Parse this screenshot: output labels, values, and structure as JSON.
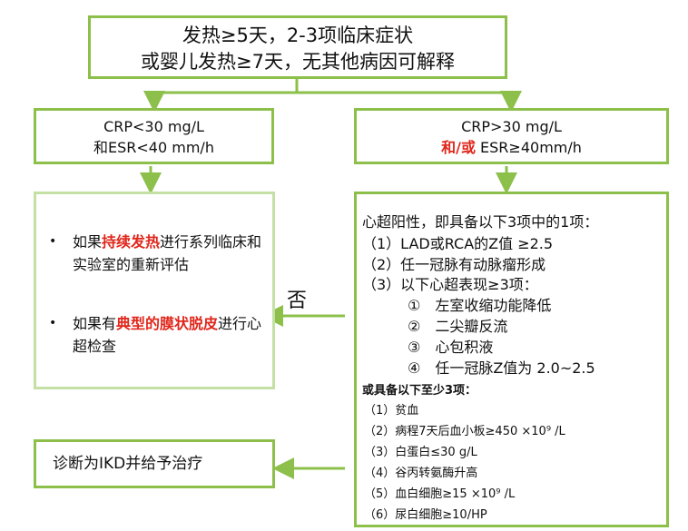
{
  "top": {
    "line1": "发热≥5天，2-3项临床症状",
    "line2": "或婴儿发热≥7天，无其他病因可解释"
  },
  "left_crp": {
    "line1": "CRP<30 mg/L",
    "line2": "和ESR<40 mm/h"
  },
  "right_crp": {
    "line1": "CRP>30 mg/L",
    "line2_red": "和/或",
    "line2_rest": " ESR≥40mm/h"
  },
  "left_eval": {
    "b1_pre": "如果",
    "b1_red": "持续发热",
    "b1_post": "进行系列临床和实验室的重新评估",
    "b2_pre": "如果有",
    "b2_red": "典型的膜状脱皮",
    "b2_post": "进行心超检查",
    "bullet": "•"
  },
  "right_echo": {
    "title": "心超阳性，即具备以下3项中的1项：",
    "item1": "（1）LAD或RCA的Z值 ≥2.5",
    "item2": "（2）任一冠脉有动脉瘤形成",
    "item3": "（3）以下心超表现≥3项：",
    "sub1": "①　左室收缩功能降低",
    "sub2": "②　二尖瓣反流",
    "sub3": "③　心包积液",
    "sub4": "④　任一冠脉Z值为 2.0~2.5",
    "or_title": "或具备以下至少3项：",
    "lab1": "（1）贫血",
    "lab2": "（2）病程7天后血小板≥450 ×10⁹ /L",
    "lab3": "（3）白蛋白≤30 g/L",
    "lab4": "（4）谷丙转氨酶升高",
    "lab5": "（5）血白细胞≥15 ×10⁹ /L",
    "lab6": "（6）尿白细胞≥10/HP"
  },
  "no_label": "否",
  "diagnosis": "诊断为IKD并给予治疗",
  "colors": {
    "border": "#8cc04b",
    "border_pale": "#c5e0a5",
    "arrow": "#8cc04b",
    "emphasis": "#e0261b"
  }
}
